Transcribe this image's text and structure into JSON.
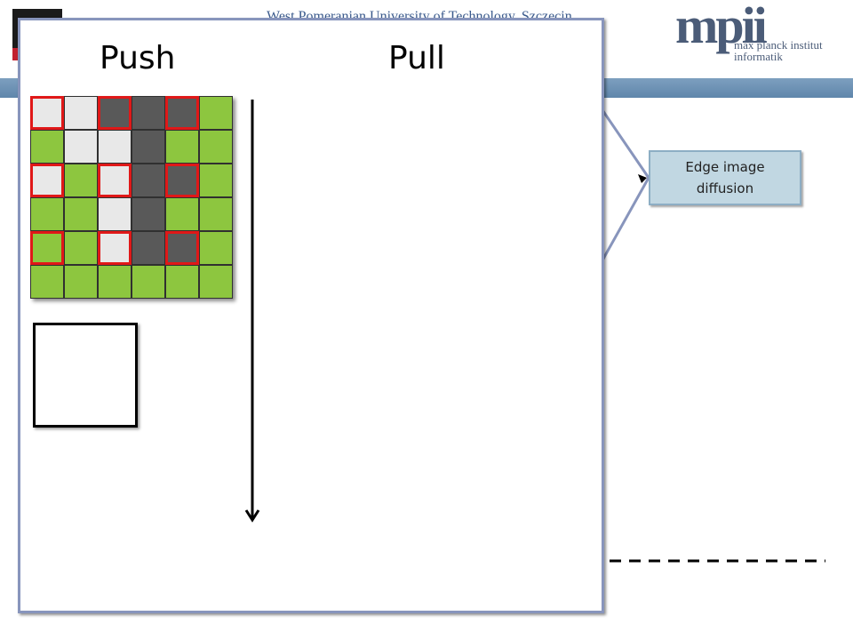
{
  "header": {
    "university_text": "West Pomeranian University of Technology, Szczecin",
    "mpi_mark": "mpii",
    "mpi_line1": "max planck institut",
    "mpi_line2": "informatik"
  },
  "slide": {
    "push_label": "Push",
    "pull_label": "Pull",
    "callout_text": "Edge image diffusion"
  },
  "grid": {
    "colors": {
      "light": "#e8e8e8",
      "dark": "#595959",
      "green": "#8dc63f",
      "highlight": "#e01818"
    },
    "rows": [
      [
        "light",
        "light",
        "dark",
        "dark",
        "dark",
        "green"
      ],
      [
        "green",
        "light",
        "light",
        "dark",
        "green",
        "green"
      ],
      [
        "light",
        "green",
        "light",
        "dark",
        "dark",
        "green"
      ],
      [
        "green",
        "green",
        "light",
        "dark",
        "green",
        "green"
      ],
      [
        "green",
        "green",
        "light",
        "dark",
        "dark",
        "green"
      ],
      [
        "green",
        "green",
        "green",
        "green",
        "green",
        "green"
      ]
    ],
    "highlighted": [
      [
        0,
        0
      ],
      [
        0,
        2
      ],
      [
        0,
        4
      ],
      [
        2,
        0
      ],
      [
        2,
        2
      ],
      [
        2,
        4
      ],
      [
        4,
        0
      ],
      [
        4,
        2
      ],
      [
        4,
        4
      ]
    ]
  }
}
